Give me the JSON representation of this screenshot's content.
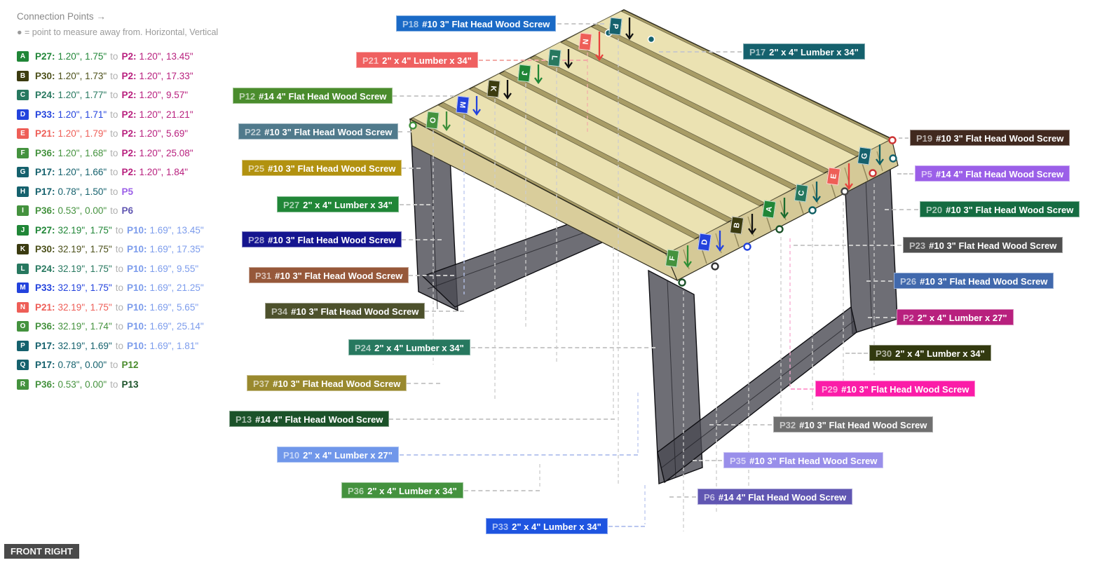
{
  "legend": {
    "title": "Connection Points →",
    "subtitle": "● = point to measure away from. Horizontal, Vertical",
    "rows": [
      {
        "letter": "A",
        "lc": "#208637",
        "a": "P27:",
        "av": "1.20\", 1.75\"",
        "ac": "#208637",
        "to": "to",
        "b": "P2:",
        "bv": "1.20\", 13.45\"",
        "bc": "#b8207e"
      },
      {
        "letter": "B",
        "lc": "#3b3b10",
        "a": "P30:",
        "av": "1.20\", 1.73\"",
        "ac": "#4c501a",
        "to": "to",
        "b": "P2:",
        "bv": "1.20\", 17.33\"",
        "bc": "#b8207e"
      },
      {
        "letter": "C",
        "lc": "#27785f",
        "a": "P24:",
        "av": "1.20\", 1.77\"",
        "ac": "#27785f",
        "to": "to",
        "b": "P2:",
        "bv": "1.20\", 9.57\"",
        "bc": "#b8207e"
      },
      {
        "letter": "D",
        "lc": "#2343dd",
        "a": "P33:",
        "av": "1.20\", 1.71\"",
        "ac": "#2343dd",
        "to": "to",
        "b": "P2:",
        "bv": "1.20\", 21.21\"",
        "bc": "#b8207e"
      },
      {
        "letter": "E",
        "lc": "#ee5e57",
        "a": "P21:",
        "av": "1.20\", 1.79\"",
        "ac": "#ee5e57",
        "to": "to",
        "b": "P2:",
        "bv": "1.20\", 5.69\"",
        "bc": "#b8207e"
      },
      {
        "letter": "F",
        "lc": "#44923e",
        "a": "P36:",
        "av": "1.20\", 1.68\"",
        "ac": "#44923e",
        "to": "to",
        "b": "P2:",
        "bv": "1.20\", 25.08\"",
        "bc": "#b8207e"
      },
      {
        "letter": "G",
        "lc": "#15616d",
        "a": "P17:",
        "av": "1.20\", 1.66\"",
        "ac": "#15616d",
        "to": "to",
        "b": "P2:",
        "bv": "1.20\", 1.84\"",
        "bc": "#b8207e"
      },
      {
        "letter": "H",
        "lc": "#15616d",
        "a": "P17:",
        "av": "0.78\", 1.50\"",
        "ac": "#15616d",
        "to": "to",
        "b": "P5",
        "bv": "",
        "bc": "#9b5fe8"
      },
      {
        "letter": "I",
        "lc": "#44923e",
        "a": "P36:",
        "av": "0.53\", 0.00\"",
        "ac": "#44923e",
        "to": "to",
        "b": "P6",
        "bv": "",
        "bc": "#6056b2"
      },
      {
        "letter": "J",
        "lc": "#208637",
        "a": "P27:",
        "av": "32.19\", 1.75\"",
        "ac": "#208637",
        "to": "to",
        "b": "P10:",
        "bv": "1.69\", 13.45\"",
        "bc": "#7c9cec"
      },
      {
        "letter": "K",
        "lc": "#3b3b10",
        "a": "P30:",
        "av": "32.19\", 1.75\"",
        "ac": "#4c501a",
        "to": "to",
        "b": "P10:",
        "bv": "1.69\", 17.35\"",
        "bc": "#7c9cec"
      },
      {
        "letter": "L",
        "lc": "#27785f",
        "a": "P24:",
        "av": "32.19\", 1.75\"",
        "ac": "#27785f",
        "to": "to",
        "b": "P10:",
        "bv": "1.69\", 9.55\"",
        "bc": "#7c9cec"
      },
      {
        "letter": "M",
        "lc": "#2343dd",
        "a": "P33:",
        "av": "32.19\", 1.75\"",
        "ac": "#2343dd",
        "to": "to",
        "b": "P10:",
        "bv": "1.69\", 21.25\"",
        "bc": "#7c9cec"
      },
      {
        "letter": "N",
        "lc": "#ee5e57",
        "a": "P21:",
        "av": "32.19\", 1.75\"",
        "ac": "#ee5e57",
        "to": "to",
        "b": "P10:",
        "bv": "1.69\", 5.65\"",
        "bc": "#7c9cec"
      },
      {
        "letter": "O",
        "lc": "#44923e",
        "a": "P36:",
        "av": "32.19\", 1.74\"",
        "ac": "#44923e",
        "to": "to",
        "b": "P10:",
        "bv": "1.69\", 25.14\"",
        "bc": "#7c9cec"
      },
      {
        "letter": "P",
        "lc": "#15616d",
        "a": "P17:",
        "av": "32.19\", 1.69\"",
        "ac": "#15616d",
        "to": "to",
        "b": "P10:",
        "bv": "1.69\", 1.81\"",
        "bc": "#7c9cec"
      },
      {
        "letter": "Q",
        "lc": "#15616d",
        "a": "P17:",
        "av": "0.78\", 0.00\"",
        "ac": "#15616d",
        "to": "to",
        "b": "P12",
        "bv": "",
        "bc": "#4a8c2d"
      },
      {
        "letter": "R",
        "lc": "#44923e",
        "a": "P36:",
        "av": "0.53\", 0.00\"",
        "ac": "#44923e",
        "to": "to",
        "b": "P13",
        "bv": "",
        "bc": "#1b5229"
      }
    ]
  },
  "callouts": [
    {
      "id": "P18",
      "prefix": "P18",
      "text": "#10 3\" Flat Head Wood Screw",
      "bg": "#1a6ac6"
    },
    {
      "id": "P21",
      "prefix": "P21",
      "text": "2\" x 4\" Lumber  x 34\"",
      "bg": "#ef6060"
    },
    {
      "id": "P12",
      "prefix": "P12",
      "text": "#14 4\" Flat Head Wood Screw",
      "bg": "#4a8c2d"
    },
    {
      "id": "P22",
      "prefix": "P22",
      "text": "#10 3\" Flat Head Wood Screw",
      "bg": "#507a8c"
    },
    {
      "id": "P25",
      "prefix": "P25",
      "text": "#10 3\" Flat Head Wood Screw",
      "bg": "#b29210"
    },
    {
      "id": "P27",
      "prefix": "P27",
      "text": "2\" x 4\" Lumber  x 34\"",
      "bg": "#208637"
    },
    {
      "id": "P28",
      "prefix": "P28",
      "text": "#10 3\" Flat Head Wood Screw",
      "bg": "#15158f"
    },
    {
      "id": "P31",
      "prefix": "P31",
      "text": "#10 3\" Flat Head Wood Screw",
      "bg": "#96583a"
    },
    {
      "id": "P34",
      "prefix": "P34",
      "text": "#10 3\" Flat Head Wood Screw",
      "bg": "#4d512c"
    },
    {
      "id": "P24",
      "prefix": "P24",
      "text": "2\" x 4\" Lumber  x 34\"",
      "bg": "#27785f"
    },
    {
      "id": "P37",
      "prefix": "P37",
      "text": "#10 3\" Flat Head Wood Screw",
      "bg": "#99892e"
    },
    {
      "id": "P13",
      "prefix": "P13",
      "text": "#14 4\" Flat Head Wood Screw",
      "bg": "#1b5229"
    },
    {
      "id": "P10",
      "prefix": "P10",
      "text": "2\" x 4\" Lumber  x 27\"",
      "bg": "#7097ea"
    },
    {
      "id": "P36",
      "prefix": "P36",
      "text": "2\" x 4\" Lumber  x 34\"",
      "bg": "#44923e"
    },
    {
      "id": "P33",
      "prefix": "P33",
      "text": "2\" x 4\" Lumber  x 34\"",
      "bg": "#1e54e0"
    },
    {
      "id": "P17",
      "prefix": "P17",
      "text": "2\" x 4\" Lumber  x 34\"",
      "bg": "#15616d"
    },
    {
      "id": "P19",
      "prefix": "P19",
      "text": "#10 3\" Flat Head Wood Screw",
      "bg": "#41291f"
    },
    {
      "id": "P5",
      "prefix": "P5",
      "text": "#14 4\" Flat Head Wood Screw",
      "bg": "#9b5fe8"
    },
    {
      "id": "P20",
      "prefix": "P20",
      "text": "#10 3\" Flat Head Wood Screw",
      "bg": "#156c41"
    },
    {
      "id": "P23",
      "prefix": "P23",
      "text": "#10 3\" Flat Head Wood Screw",
      "bg": "#4f4f4f"
    },
    {
      "id": "P26",
      "prefix": "P26",
      "text": "#10 3\" Flat Head Wood Screw",
      "bg": "#4169ad"
    },
    {
      "id": "P2",
      "prefix": "P2",
      "text": "2\" x 4\" Lumber  x 27\"",
      "bg": "#b8207e"
    },
    {
      "id": "P30",
      "prefix": "P30",
      "text": "2\" x 4\" Lumber  x 34\"",
      "bg": "#32390f"
    },
    {
      "id": "P29",
      "prefix": "P29",
      "text": "#10 3\" Flat Head Wood Screw",
      "bg": "#fb1ca8"
    },
    {
      "id": "P32",
      "prefix": "P32",
      "text": "#10 3\" Flat Head Wood Screw",
      "bg": "#707070"
    },
    {
      "id": "P35",
      "prefix": "P35",
      "text": "#10 3\" Flat Head Wood Screw",
      "bg": "#998fea"
    },
    {
      "id": "P6",
      "prefix": "P6",
      "text": "#14 4\" Flat Head Wood Screw",
      "bg": "#6056b2"
    }
  ],
  "model": {
    "badges": [
      {
        "letter": "O",
        "color": "#44923e"
      },
      {
        "letter": "M",
        "color": "#2343dd"
      },
      {
        "letter": "K",
        "color": "#3b3b10"
      },
      {
        "letter": "J",
        "color": "#208637"
      },
      {
        "letter": "L",
        "color": "#27785f"
      },
      {
        "letter": "N",
        "color": "#ee5e57"
      },
      {
        "letter": "P",
        "color": "#15616d"
      },
      {
        "letter": "F",
        "color": "#44923e"
      },
      {
        "letter": "D",
        "color": "#2343dd"
      },
      {
        "letter": "B",
        "color": "#3b3b10"
      },
      {
        "letter": "A",
        "color": "#208637"
      },
      {
        "letter": "C",
        "color": "#27785f"
      },
      {
        "letter": "E",
        "color": "#ee5e57"
      },
      {
        "letter": "G",
        "color": "#15616d"
      }
    ]
  },
  "view_label": "FRONT RIGHT"
}
